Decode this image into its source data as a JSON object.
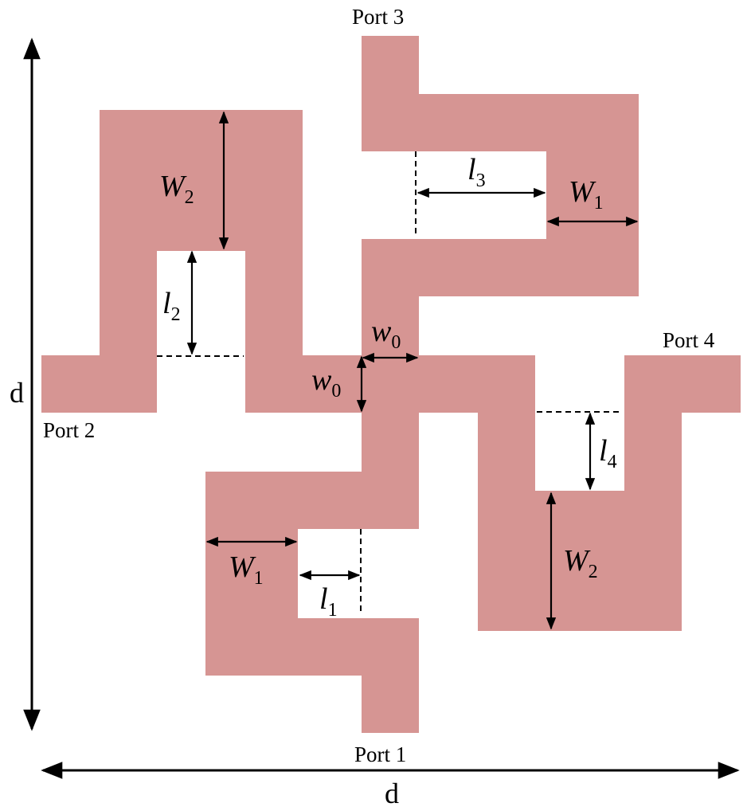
{
  "ports": {
    "p1": "Port 1",
    "p2": "Port 2",
    "p3": "Port 3",
    "p4": "Port 4"
  },
  "dimension": "d",
  "labels": {
    "W2_top": {
      "base": "W",
      "sub": "2"
    },
    "W2_bot": {
      "base": "W",
      "sub": "2"
    },
    "W1_top": {
      "base": "W",
      "sub": "1"
    },
    "W1_bot": {
      "base": "W",
      "sub": "1"
    },
    "l1": {
      "base": "l",
      "sub": "1"
    },
    "l2": {
      "base": "l",
      "sub": "2"
    },
    "l3": {
      "base": "l",
      "sub": "3"
    },
    "l4": {
      "base": "l",
      "sub": "4"
    },
    "w0_h": {
      "base": "w",
      "sub": "0"
    },
    "w0_v": {
      "base": "w",
      "sub": "0"
    }
  },
  "colors": {
    "metal": "#d69593",
    "ink": "#000000"
  }
}
